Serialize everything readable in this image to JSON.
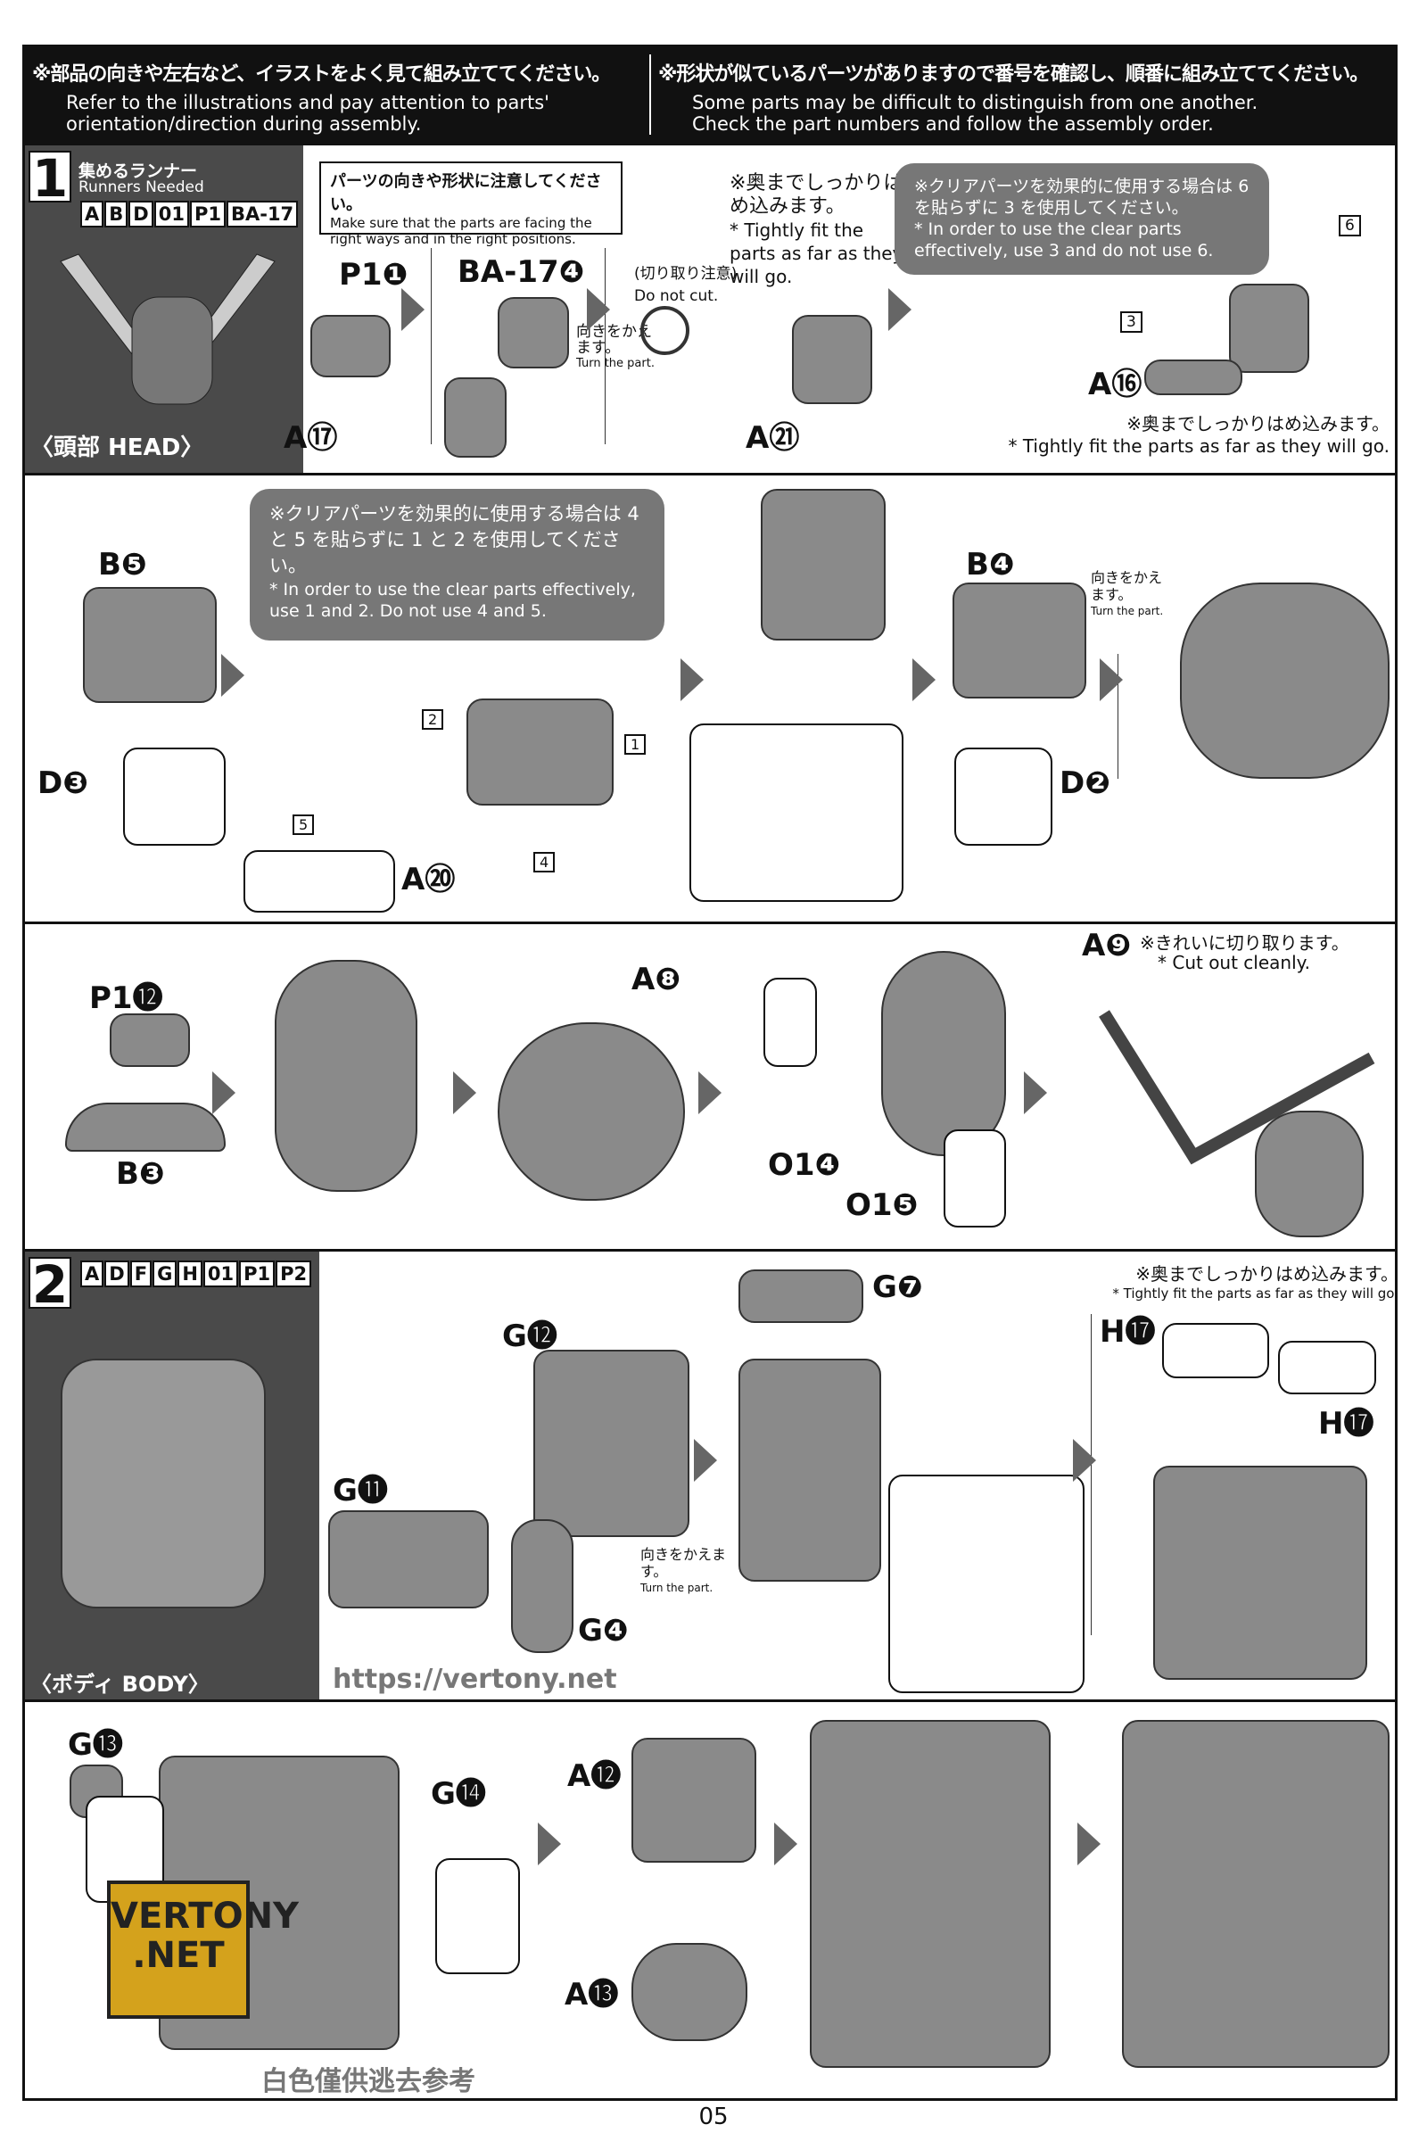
{
  "header": {
    "left_jp": "※部品の向きや左右など、イラストをよく見て組み立ててください。",
    "left_en": "Refer to the illustrations and pay attention to parts' orientation/direction during assembly.",
    "right_jp": "※形状が似ているパーツがありますので番号を確認し、順番に組み立ててください。",
    "right_en": "Some parts may be difficult to distinguish from one another. Check the part numbers and follow the assembly order."
  },
  "step1": {
    "number": "1",
    "runners_jp": "集めるランナー",
    "runners_en": "Runners Needed",
    "runners": [
      "A",
      "B",
      "D",
      "01",
      "P1",
      "BA-17"
    ],
    "section": "〈頭部 HEAD〉",
    "caution_jp": "パーツの向きや形状に注意してください。",
    "caution_en": "Make sure that the parts are facing the right ways and in the right positions.",
    "labels": {
      "p1_1": "P1❶",
      "ba17_4": "BA-17❹",
      "a17": "A⑰",
      "a21": "A㉑",
      "a16": "A⑯"
    },
    "turn_jp": "向きをかえます。",
    "turn_en": "Turn the part.",
    "donotcut_jp": "(切り取り注意)",
    "donotcut_en": "Do not cut.",
    "fit_jp": "※奥までしっかりはめ込みます。",
    "fit_en": "* Tightly fit the parts as far as they will go.",
    "clear_jp": "※クリアパーツを効果的に使用する場合は 6 を貼らずに 3 を使用してください。",
    "clear_en": "* In order to use the clear parts effectively, use 3 and do not use 6.",
    "sticker_a": "6",
    "sticker_b": "3",
    "fit2_jp": "※奥までしっかりはめ込みます。",
    "fit2_en": "* Tightly fit the parts as far as they will go."
  },
  "row2": {
    "labels": {
      "b5": "B❺",
      "d3": "D❸",
      "a20": "A⑳",
      "b4": "B❹",
      "d2": "D❷"
    },
    "clear_jp": "※クリアパーツを効果的に使用する場合は 4 と 5 を貼らずに 1 と 2 を使用してください。",
    "clear_en": "* In order to use the clear parts effectively, use 1 and 2. Do not use 4 and 5.",
    "stickers": [
      "2",
      "1",
      "5",
      "4"
    ],
    "turn_jp": "向きをかえます。",
    "turn_en": "Turn the part."
  },
  "row3": {
    "labels": {
      "p1_12": "P1⓬",
      "b3": "B❸",
      "a8": "A❽",
      "o1_4": "O1❹",
      "o1_5": "O1❺",
      "a9": "A❾"
    },
    "cut_jp": "※きれいに切り取ります。",
    "cut_en": "* Cut out cleanly."
  },
  "step2": {
    "number": "2",
    "runners": [
      "A",
      "D",
      "F",
      "G",
      "H",
      "01",
      "P1",
      "P2"
    ],
    "section": "〈ボディ BODY〉",
    "labels": {
      "g12": "G⓬",
      "g11": "G⓫",
      "g4": "G❹",
      "g7": "G❼",
      "h17_l": "H⓱",
      "h17_r": "H⓱"
    },
    "turn_jp": "向きをかえます。",
    "turn_en": "Turn the part.",
    "fit_jp": "※奥までしっかりはめ込みます。",
    "fit_en": "* Tightly fit the parts as far as they will go."
  },
  "row5": {
    "labels": {
      "g13": "G⓭",
      "g14": "G⓮",
      "a12": "A⓬",
      "a13": "A⓭"
    }
  },
  "watermark": {
    "url": "https://vertony.net",
    "cn": "白色僅供逃去参考",
    "logo": "VERTONY .NET"
  },
  "page_number": "05"
}
